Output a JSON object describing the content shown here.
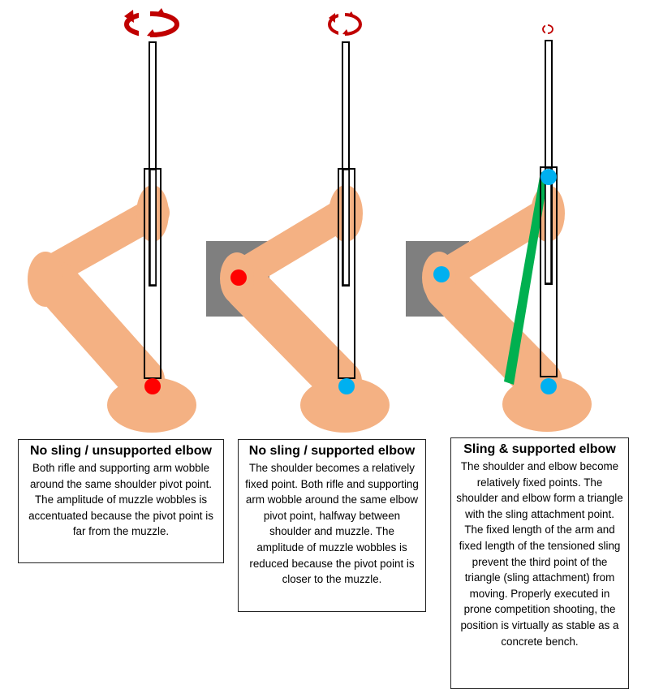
{
  "colors": {
    "skin": "#f4b183",
    "rifle_fill": "#ffffff",
    "rifle_stroke": "#000000",
    "support_block": "#7f7f7f",
    "wobble_arrow": "#c00000",
    "pivot_red": "#ff0000",
    "pivot_blue": "#00b0f0",
    "sling": "#00b050"
  },
  "icons": {
    "wobble": "circular-arrow-icon",
    "pivot": "dot-icon"
  },
  "panels": [
    {
      "title": "No sling / unsupported elbow",
      "body": "Both rifle and supporting arm wobble around the same shoulder pivot point. The amplitude of muzzle wobbles is accentuated because the pivot point is far from the muzzle.",
      "wobble_level": "large",
      "support_block": false,
      "sling": false
    },
    {
      "title": "No sling / supported elbow",
      "body": "The shoulder becomes a relatively fixed point. Both rifle and supporting arm wobble around the same elbow pivot point, halfway between shoulder and muzzle. The amplitude of muzzle wobbles is reduced because the pivot point is closer to the muzzle.",
      "wobble_level": "medium",
      "support_block": true,
      "sling": false
    },
    {
      "title": "Sling & supported elbow",
      "body": "The shoulder and elbow become relatively fixed points. The shoulder and elbow form a triangle with the sling attachment point. The fixed length of the arm and fixed length of the tensioned sling prevent the third point of the triangle (sling attachment) from moving. Properly executed in prone competition shooting, the position is virtually as stable as a concrete bench.",
      "wobble_level": "small",
      "support_block": true,
      "sling": true
    }
  ]
}
